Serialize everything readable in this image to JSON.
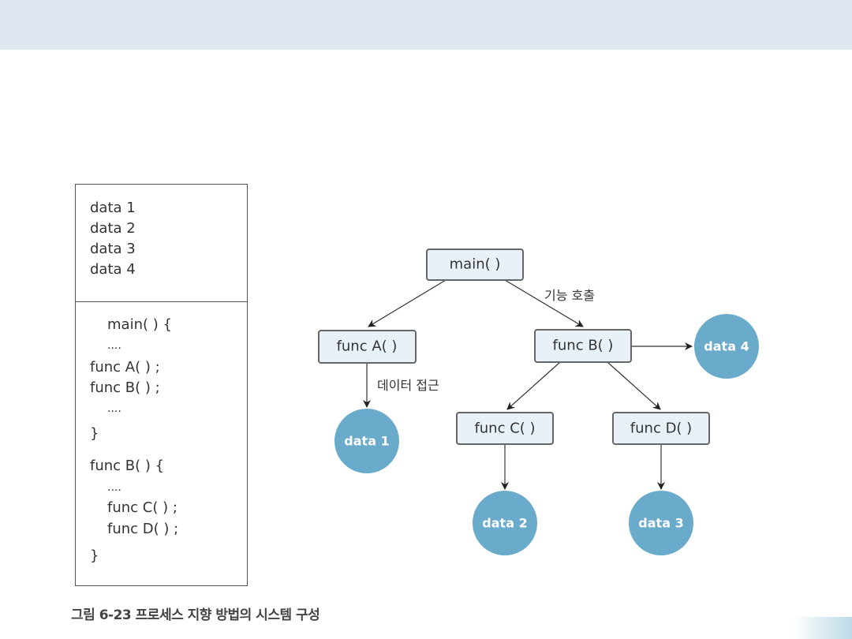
{
  "colors": {
    "band": "#dfe8f1",
    "node_fill": "#e8f0f8",
    "node_border": "#666666",
    "data_circle": "#6aabcb"
  },
  "code_panel": {
    "data_lines": [
      "data 1",
      "data 2",
      "data 3",
      "data 4"
    ],
    "code_lines": [
      "main( ) {",
      "....",
      "func A( ) ;",
      "func B( ) ;",
      "....",
      "}",
      "func B( ) {",
      "....",
      "func C( ) ;",
      "func D( ) ;",
      "}"
    ]
  },
  "diagram": {
    "nodes": {
      "main": "main( )",
      "funcA": "func A( )",
      "funcB": "func B( )",
      "funcC": "func C( )",
      "funcD": "func D( )"
    },
    "data": {
      "d1": "data 1",
      "d2": "data 2",
      "d3": "data 3",
      "d4": "data 4"
    },
    "labels": {
      "call": "기능 호출",
      "access": "데이터 접근"
    }
  },
  "caption": "그림 6-23  프로세스 지향 방법의 시스템 구성"
}
